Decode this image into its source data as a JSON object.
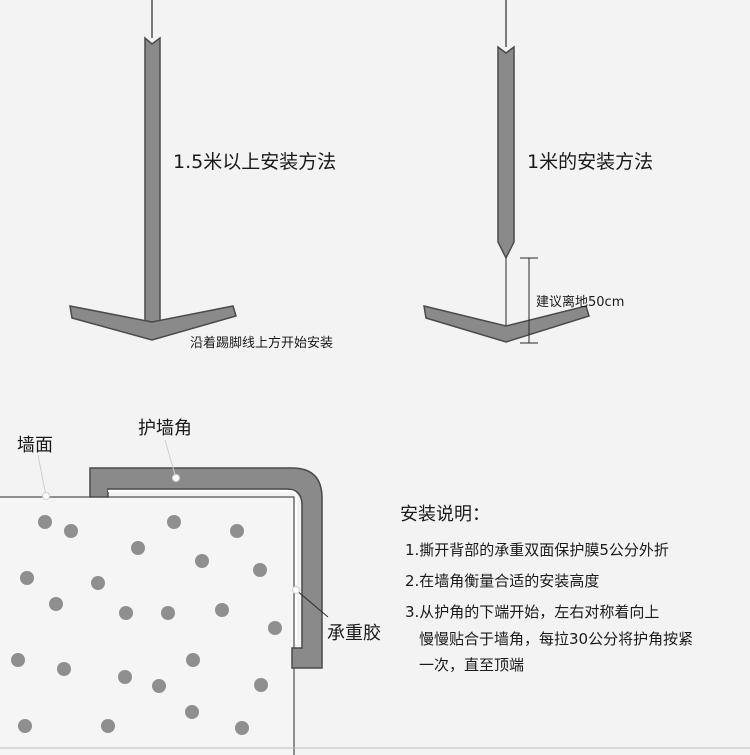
{
  "top_left": {
    "title": "1.5米以上安装方法",
    "note": "沿着踢脚线上方开始安装"
  },
  "top_right": {
    "title": "1米的安装方法",
    "height_note": "建议离地50cm"
  },
  "bottom_diagram": {
    "label_wall": "墙面",
    "label_corner_guard": "护墙角",
    "label_adhesive": "承重胶"
  },
  "instructions": {
    "heading": "安装说明：",
    "steps": [
      "1.撕开背部的承重双面保护膜5公分外折",
      "2.在墙角衡量合适的安装高度",
      "3.从护角的下端开始，左右对称着向上"
    ],
    "step3_line2": "慢慢贴合于墙角，每拉30公分将护角按紧",
    "step3_line3": "一次，直至顶端"
  },
  "colors": {
    "guard_fill": "#8a8a8a",
    "guard_stroke": "#4a4a4a",
    "wall_fill": "#f5f5f5",
    "dot_fill": "#8f8f8f",
    "background": "#f3f3f3"
  }
}
